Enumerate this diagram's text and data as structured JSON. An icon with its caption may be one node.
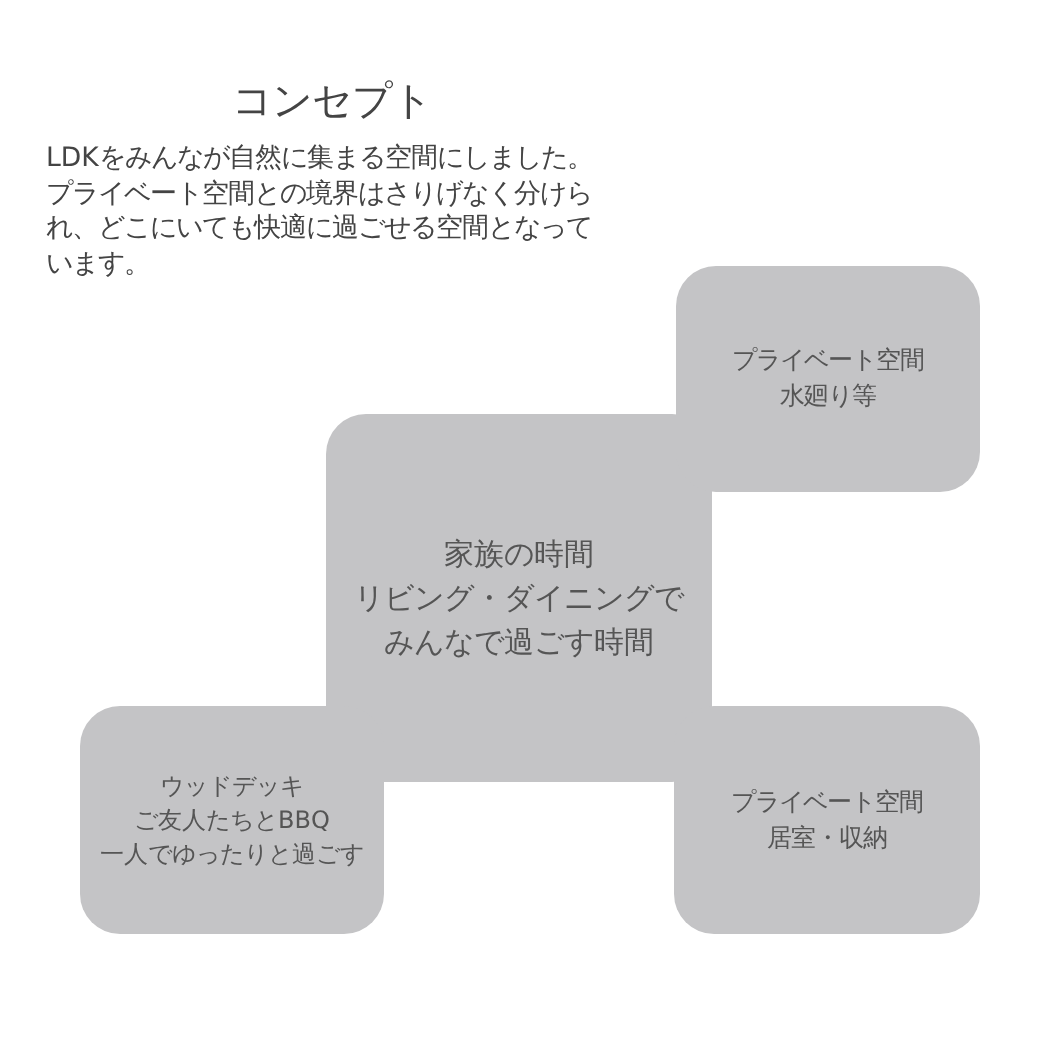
{
  "diagram": {
    "title": "コンセプト",
    "nodes": [
      {
        "text": [
          "プライベート空間",
          "水廻り等"
        ]
      },
      {
        "text": [
          "家族の時間",
          "リビング・ダイニングでみんなで過ごす時間"
        ]
      },
      {
        "text": [
          "ウッドデッキ",
          "ご友人たちとBBQ",
          "一人でゆったりと過ごす"
        ]
      },
      {
        "text": [
          "プライベート空間",
          "居室・収納"
        ]
      }
    ],
    "labels": [
      "LDKをみんなが自然に集まる空間にしました。プライベート空間との境界はさりげなく分けられ、どこにいても快適に過ごせる空間となっています。"
    ]
  }
}
